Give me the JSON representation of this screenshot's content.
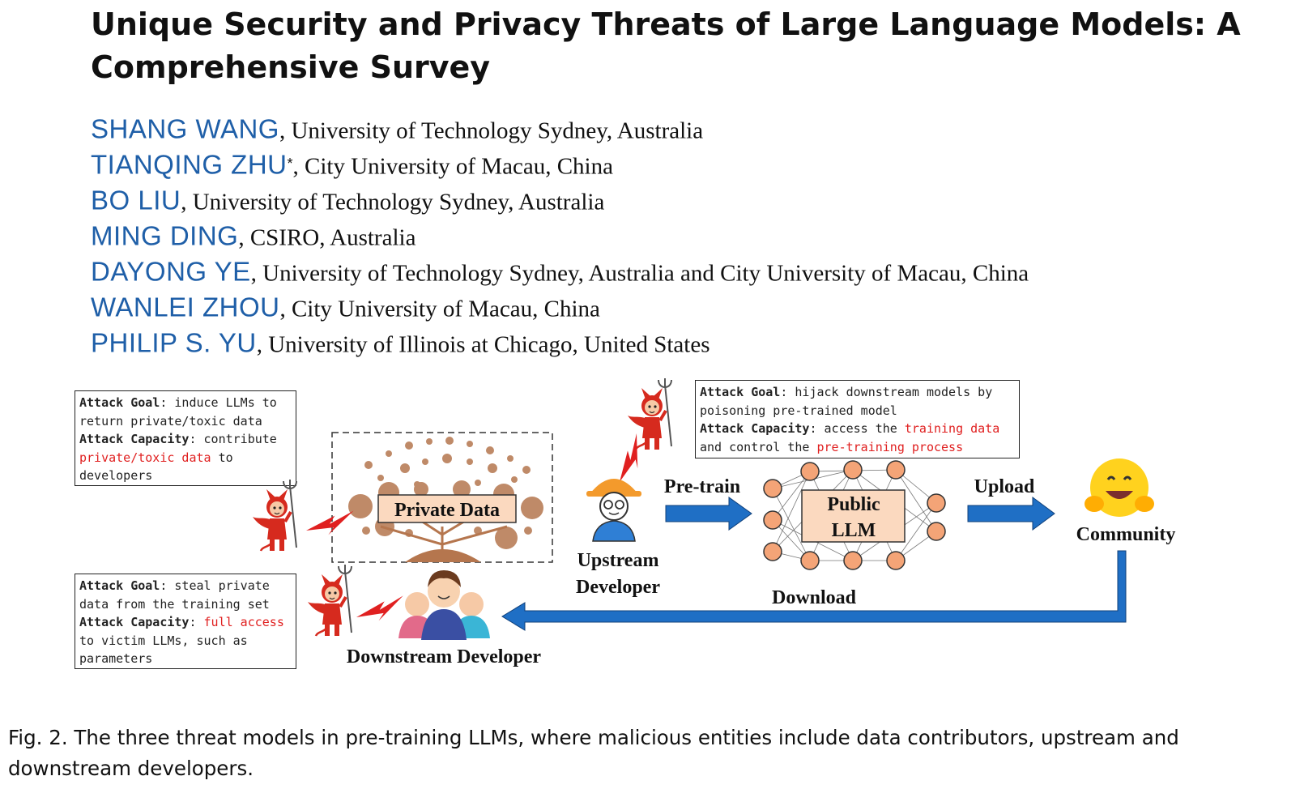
{
  "paper": {
    "title": "Unique Security and Privacy Threats of Large Language Models: A Comprehensive Survey",
    "authors": [
      {
        "name": "SHANG WANG",
        "sup": "",
        "affiliation": ", University of Technology Sydney, Australia"
      },
      {
        "name": "TIANQING ZHU",
        "sup": "*",
        "affiliation": ", City University of Macau, China"
      },
      {
        "name": "BO LIU",
        "sup": "",
        "affiliation": ", University of Technology Sydney, Australia"
      },
      {
        "name": "MING DING",
        "sup": "",
        "affiliation": ", CSIRO, Australia"
      },
      {
        "name": "DAYONG YE",
        "sup": "",
        "affiliation": ", University of Technology Sydney, Australia and City University of Macau, China"
      },
      {
        "name": "WANLEI ZHOU",
        "sup": "",
        "affiliation": ", City University of Macau, China"
      },
      {
        "name": "PHILIP S. YU",
        "sup": "",
        "affiliation": ", University of Illinois at Chicago, United States"
      }
    ],
    "caption": "Fig. 2.  The three threat models in pre-training LLMs, where malicious entities include data contributors, upstream and downstream developers."
  },
  "figure": {
    "box1": {
      "goal_label": "Attack Goal",
      "goal_text": ": induce LLMs to return private/toxic data",
      "cap_label": "Attack Capacity",
      "cap_text": ": contribute ",
      "cap_red": "private/toxic data",
      "cap_tail": " to developers"
    },
    "box2": {
      "goal_label": "Attack Goal",
      "goal_text": ": hijack downstream models by poisoning pre-trained model",
      "cap_label": "Attack Capacity",
      "cap_text": ": access the ",
      "cap_red1": "training data",
      "cap_mid": " and control the ",
      "cap_red2": "pre-training process"
    },
    "box3": {
      "goal_label": "Attack Goal",
      "goal_text": ": steal private data from the training set",
      "cap_label": "Attack Capacity",
      "cap_text": ": ",
      "cap_red": "full access",
      "cap_tail": " to victim LLMs, such as parameters"
    },
    "labels": {
      "private_data": "Private Data",
      "upstream_1": "Upstream",
      "upstream_2": "Developer",
      "pretrain": "Pre-train",
      "public_llm_1": "Public",
      "public_llm_2": "LLM",
      "upload": "Upload",
      "community": "Community",
      "download": "Download",
      "downstream": "Downstream Developer"
    },
    "colors": {
      "arrow_blue": "#1f6fc5",
      "author_blue": "#1f5fa8",
      "node_orange": "#f4a477",
      "llm_box": "#fbd9bf",
      "red_text": "#e02020",
      "devil_red": "#d62a1e",
      "data_brown": "#b5764e"
    }
  }
}
